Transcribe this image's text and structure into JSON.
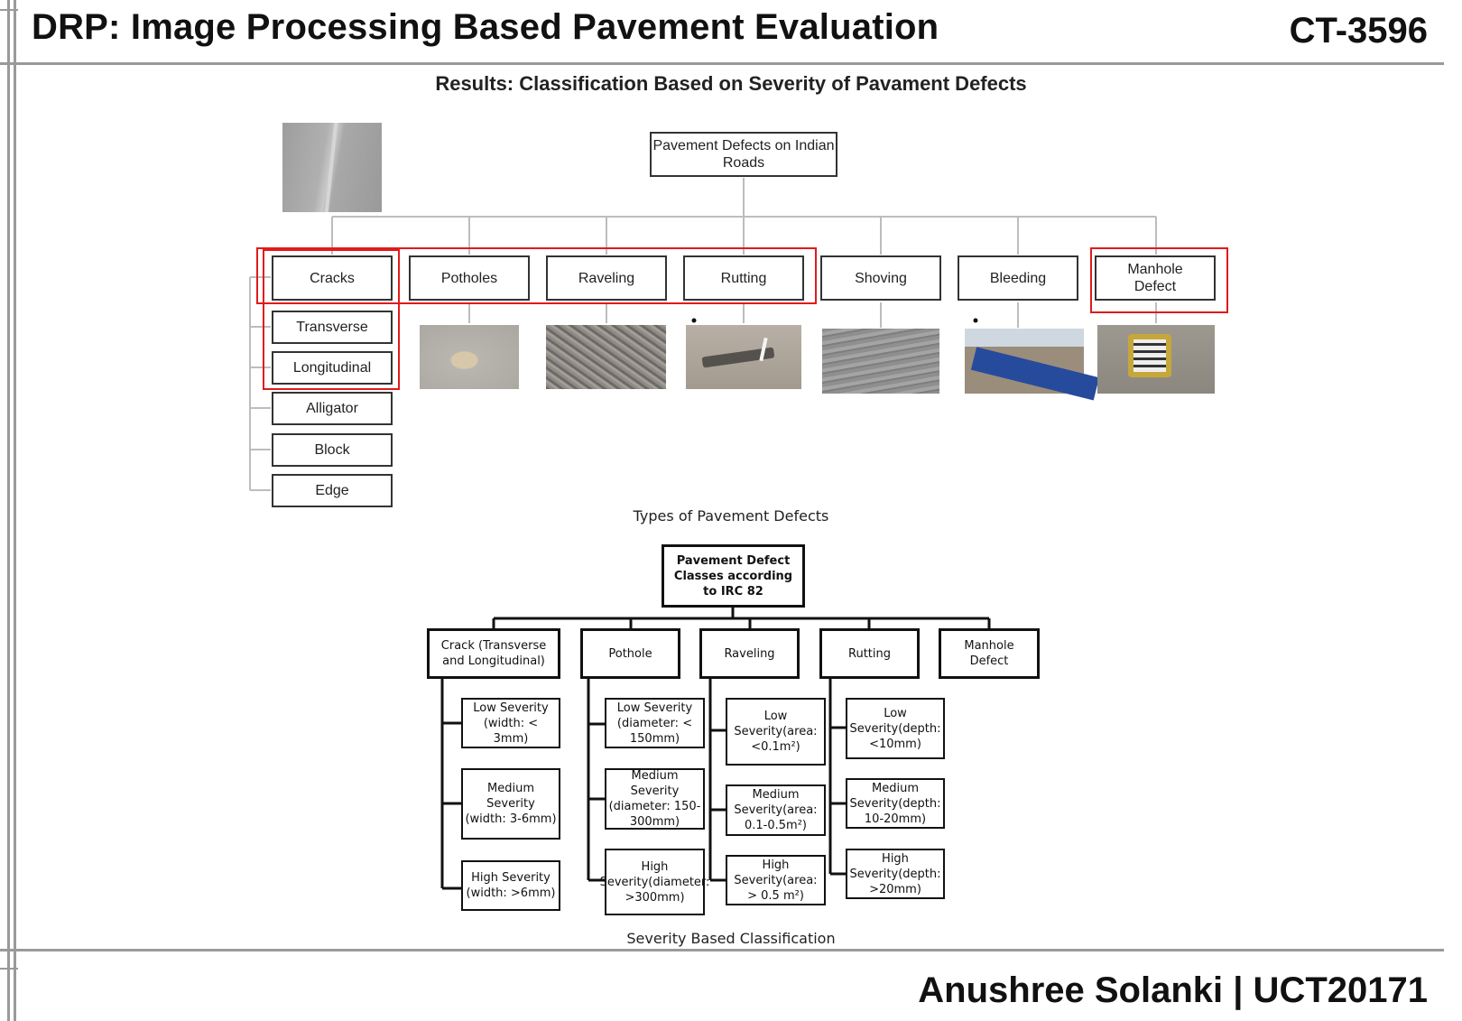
{
  "header": {
    "title": "DRP: Image Processing Based Pavement Evaluation",
    "code": "CT-3596"
  },
  "subtitle": "Results: Classification Based on Severity of Pavament Defects",
  "diagram1": {
    "root": "Pavement Defects on Indian Roads",
    "categories": [
      "Cracks",
      "Potholes",
      "Raveling",
      "Rutting",
      "Shoving",
      "Bleeding",
      "Manhole Defect"
    ],
    "crack_types": [
      "Transverse",
      "Longitudinal",
      "Alligator",
      "Block",
      "Edge"
    ],
    "caption": "Types of Pavement Defects",
    "highlight_color": "#e01b1b"
  },
  "diagram2": {
    "root": "Pavement Defect Classes according to IRC 82",
    "classes": [
      {
        "label": "Crack (Transverse and Longitudinal)",
        "levels": [
          "Low Severity (width: < 3mm)",
          "Medium Severity (width: 3-6mm)",
          "High Severity (width: >6mm)"
        ]
      },
      {
        "label": "Pothole",
        "levels": [
          "Low Severity (diameter: < 150mm)",
          "Medium Severity (diameter: 150-300mm)",
          "High Severity(diameter: >300mm)"
        ]
      },
      {
        "label": "Raveling",
        "levels": [
          "Low Severity(area: <0.1m²)",
          "Medium Severity(area: 0.1-0.5m²)",
          "High Severity(area: > 0.5 m²)"
        ]
      },
      {
        "label": "Rutting",
        "levels": [
          "Low Severity(depth: <10mm)",
          "Medium Severity(depth: 10-20mm)",
          "High Severity(depth: >20mm)"
        ]
      },
      {
        "label": "Manhole Defect",
        "levels": []
      }
    ],
    "caption": "Severity Based Classification"
  },
  "footer": {
    "name": "Anushree Solanki | UCT20171"
  }
}
